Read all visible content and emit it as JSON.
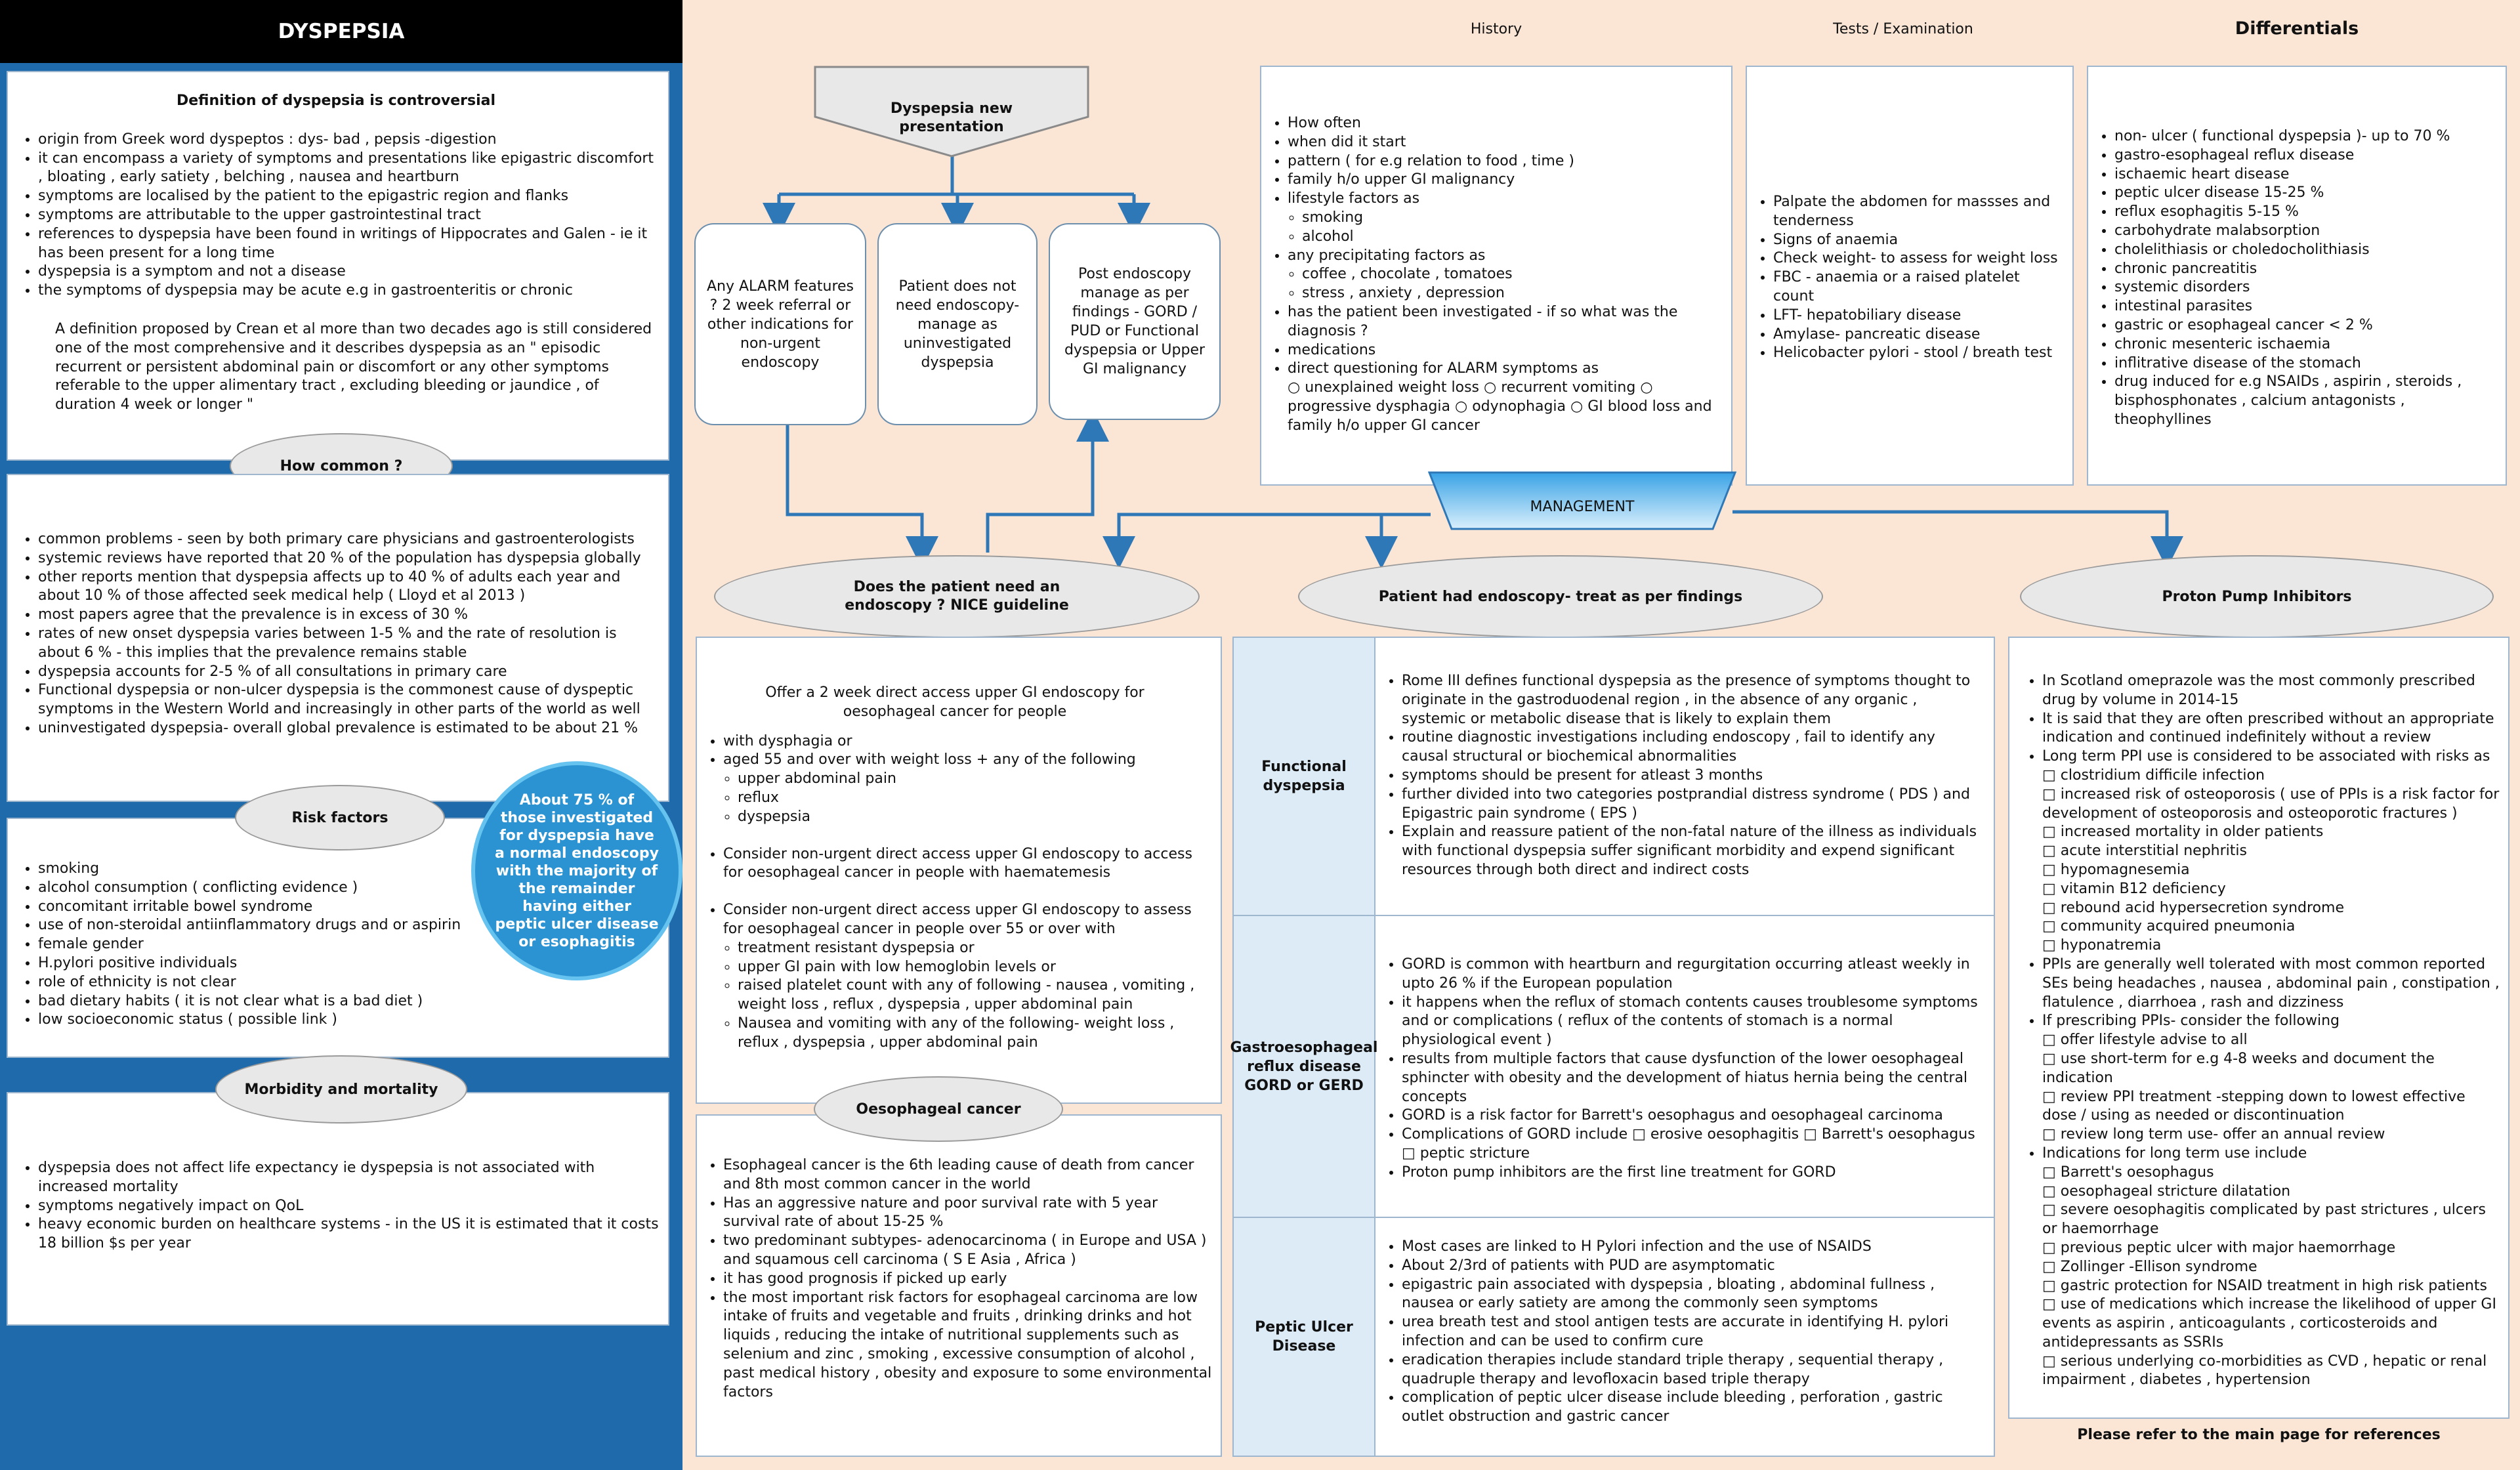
{
  "title": "DYSPEPSIA",
  "definition": {
    "heading": "Definition of dyspepsia is controversial",
    "bullets": [
      "origin from Greek word dyspeptos : dys- bad , pepsis -digestion",
      "it can encompass a variety of symptoms and presentations like epigastric discomfort , bloating , early satiety , belching , nausea and heartburn",
      "symptoms are localised by the patient to the epigastric region and flanks",
      "symptoms are attributable to the upper gastrointestinal tract",
      "references to dyspepsia have  been found in writings of Hippocrates and Galen - ie it has been present for a long time",
      "dyspepsia is a symptom and not a disease",
      "the symptoms of dyspepsia may be acute e.g in gastroenteritis or chronic"
    ],
    "paragraph": "A definition proposed by Crean et al more than two decades ago is still considered one of the most comprehensive and it describes dyspepsia as an \" episodic recurrent or persistent abdominal pain or discomfort or any other symptoms referable to the upper alimentary tract , excluding bleeding or jaundice , of duration 4 week or longer \""
  },
  "how_common": {
    "heading": "How common ?",
    "bullets": [
      "common problems - seen by both primary care physicians and gastroenterologists",
      "systemic reviews have reported that 20 % of the population has dyspepsia globally",
      "other reports mention that dyspepsia affects up to 40 % of adults each year and about 10 % of those affected seek medical help ( Lloyd et al 2013 )",
      "most papers agree that the prevalence is in excess of 30 %",
      "rates of new onset dyspepsia varies between 1-5 % and  the rate of resolution is about 6 % - this implies that the prevalence remains stable",
      "dyspepsia accounts for 2-5 % of all consultations in primary care",
      "Functional dyspepsia or non-ulcer dyspepsia is the commonest cause of dyspeptic symptoms in the Western World and increasingly in other parts of the world as well",
      "uninvestigated dyspepsia- overall global prevalence is estimated to be about 21 %"
    ]
  },
  "risk_factors": {
    "heading": "Risk factors",
    "bullets": [
      "smoking",
      "alcohol consumption ( conflicting evidence )",
      "concomitant irritable bowel syndrome",
      "use of non-steroidal antiinflammatory drugs and or aspirin",
      "female gender",
      "H.pylori positive individuals",
      "role of ethnicity is not clear",
      "bad dietary habits ( it is not clear what is a bad diet )",
      "low socioeconomic status ( possible link )"
    ]
  },
  "circle_note": "About 75 % of those investigated for dyspepsia have a normal endoscopy with the majority of the remainder having either peptic ulcer disease or esophagitis",
  "morbidity": {
    "heading": "Morbidity and mortality",
    "bullets": [
      "dyspepsia does not affect life expectancy ie dyspepsia is not associated with increased mortality",
      "symptoms negatively impact on QoL",
      "heavy  economic burden on healthcare systems - in the US it is estimated that it costs 18  billion $s per year"
    ]
  },
  "flow": {
    "start": "Dyspepsia new presentation",
    "box1": "Any ALARM features ? 2 week referral or other indications for non-urgent endoscopy",
    "box2": "Patient does not need endoscopy- manage as uninvestigated dyspepsia",
    "box3": "Post endoscopy manage as per findings - GORD / PUD or Functional dyspepsia or Upper GI malignancy",
    "management": "MANAGEMENT"
  },
  "history": {
    "heading": "History",
    "items": [
      "How often",
      "when did it start",
      "pattern ( for e.g relation to food , time )",
      "family h/o upper GI malignancy",
      "lifestyle factors as"
    ],
    "lifestyle": [
      "smoking",
      "alcohol"
    ],
    "precip_label": "any precipitating factors as",
    "precip": [
      "coffee , chocolate , tomatoes",
      "stress , anxiety , depression"
    ],
    "items2": [
      "has the patient been investigated - if so what was the diagnosis ?",
      "medications"
    ],
    "alarm": "direct questioning for ALARM symptoms as",
    "alarm_detail": "○ unexplained weight loss ○ recurrent vomiting ○ progressive dysphagia ○ odynophagia ○ GI blood loss and family h/o upper GI cancer"
  },
  "tests": {
    "heading": "Tests / Examination",
    "items": [
      "Palpate the abdomen for massses and tenderness",
      "Signs of anaemia",
      "Check weight- to assess for weight loss",
      "FBC - anaemia or a raised platelet count",
      "LFT- hepatobiliary disease",
      "Amylase- pancreatic disease",
      "Helicobacter pylori - stool / breath test"
    ]
  },
  "differentials": {
    "heading": "Differentials",
    "items": [
      "non- ulcer ( functional dyspepsia )- up to 70 %",
      "gastro-esophageal reflux disease",
      "ischaemic heart disease",
      "peptic ulcer disease 15-25 %",
      "reflux esophagitis 5-15 %",
      "carbohydrate malabsorption",
      "cholelithiasis or choledocholithiasis",
      "chronic pancreatitis",
      "systemic disorders",
      "intestinal parasites",
      "gastric or esophageal cancer < 2 %",
      "chronic mesenteric ischaemia",
      "inflitrative disease of the stomach",
      "drug induced for e.g NSAIDs , aspirin , steroids , bisphosphonates , calcium antagonists , theophyllines"
    ]
  },
  "endoscopy": {
    "heading": "Does the patient need an  endoscopy ? NICE guideline",
    "intro": "Offer a 2 week direct access upper GI endoscopy for oesophageal cancer for people",
    "b1": [
      "with dysphagia or",
      "aged 55 and over with weight loss + any of the following"
    ],
    "b1_sub": [
      "upper abdominal pain",
      "reflux",
      "dyspepsia"
    ],
    "b2": "Consider non-urgent direct access upper GI endoscopy to access for oesophageal cancer in people with haematemesis",
    "b3": "Consider non-urgent direct access upper GI endoscopy to assess for oesophageal cancer in people over 55 or over with",
    "b3_sub": [
      "treatment resistant dyspepsia or",
      "upper GI  pain with low hemoglobin levels or",
      "raised platelet count  with any of following - nausea , vomiting , weight loss , reflux , dyspepsia , upper abdominal pain",
      "Nausea and vomiting with any of the following- weight loss , reflux , dyspepsia , upper abdominal pain"
    ]
  },
  "oesophageal": {
    "heading": "Oesophageal cancer",
    "bullets": [
      "Esophageal cancer is the 6th  leading cause of death from cancer and 8th most common cancer in the world",
      "Has an aggressive nature and poor survival rate with 5 year survival rate of about 15-25 %",
      "two predominant subtypes- adenocarcinoma ( in Europe and USA ) and squamous cell carcinoma ( S E Asia , Africa )",
      "it has good prognosis if picked up early",
      "the most important risk factors for esophageal carcinoma are low intake of fruits and vegetable and fruits , drinking drinks and hot liquids , reducing the intake of nutritional supplements such as selenium and zinc , smoking , excessive consumption of alcohol , past medical history , obesity and exposure to some environmental factors"
    ]
  },
  "treat": {
    "heading": "Patient had endoscopy- treat as per findings",
    "fd_label": "Functional dyspepsia",
    "fd": [
      "Rome III defines functional dyspepsia as the presence of symptoms thought to originate in the gastroduodenal region , in the absence of any organic , systemic or metabolic disease that is likely to explain them",
      "routine diagnostic investigations including endoscopy , fail to identify any causal structural or biochemical abnormalities",
      "symptoms should be present for atleast 3 months",
      "further divided into two categories postprandial distress syndrome ( PDS ) and Epigastric pain syndrome ( EPS )",
      "Explain and reassure patient of the  non-fatal nature of the  illness  as individuals with functional dyspepsia suffer significant morbidity and expend significant resources through both direct and indirect costs"
    ],
    "gord_label": "Gastroesophageal reflux disease GORD or GERD",
    "gord": [
      "GORD is common with heartburn and regurgitation occurring atleast weekly in upto 26 % if the European population",
      "it happens when the reflux of stomach contents causes troublesome symptoms and or complications ( reflux of the contents of stomach is a normal physiological event )",
      "results from multiple factors that cause dysfunction of the lower oesophageal sphincter with obesity and the development of hiatus hernia being the central concepts",
      "GORD is a risk factor for Barrett's oesophagus and oesophageal carcinoma",
      "Complications of GORD include □ erosive oesophagitis □ Barrett's oesophagus □ peptic stricture",
      "Proton pump inhibitors are the first line treatment for GORD"
    ],
    "pud_label": "Peptic Ulcer Disease",
    "pud": [
      "Most cases are linked to H Pylori infection and the use of NSAIDS",
      "About 2/3rd of patients with PUD are asymptomatic",
      "epigastric pain associated with dyspepsia , bloating , abdominal fullness , nausea or early satiety are among the commonly seen symptoms",
      "urea breath test and stool antigen tests are accurate in identifying H. pylori infection and can be used to confirm cure",
      "eradication therapies include standard triple therapy , sequential therapy , quadruple therapy and levofloxacin based triple therapy",
      "complication of peptic ulcer disease include bleeding , perforation , gastric outlet obstruction and gastric cancer"
    ]
  },
  "ppi": {
    "heading": "Proton Pump Inhibitors",
    "b1": "In Scotland omeprazole was the most commonly prescribed drug by volume in 2014-15",
    "b2": "It is said that they are often prescribed without an appropriate indication and continued indefinitely without a review",
    "b3": "Long term PPI use is considered to be associated with risks as",
    "b3_sub": [
      "clostridium difficile infection",
      "increased risk of osteoporosis ( use of PPIs is a risk factor for development of osteoporosis and osteoporotic fractures )",
      "increased mortality in older patients",
      "acute interstitial nephritis",
      "hypomagnesemia",
      "vitamin B12 deficiency",
      "rebound acid hypersecretion syndrome",
      "community acquired pneumonia",
      "hyponatremia"
    ],
    "b4": "PPIs are generally well tolerated with most common reported SEs being headaches , nausea , abdominal pain , constipation , flatulence , diarrhoea , rash and dizziness",
    "b5": "If prescribing PPIs- consider the following",
    "b5_sub": [
      "offer lifestyle advise to all",
      "use short-term for e.g 4-8 weeks and document the indication",
      " review PPI treatment -stepping down to lowest effective dose / using as needed or discontinuation",
      "review long term use- offer an annual review"
    ],
    "b6": "Indications for long term use include",
    "b6_sub": [
      "Barrett's oesophagus",
      "oesophageal stricture dilatation",
      "severe oesophagitis complicated by past strictures , ulcers or haemorrhage",
      "previous peptic ulcer with major haemorrhage",
      "Zollinger -Ellison syndrome",
      "gastric protection for NSAID treatment in high risk patients",
      "use of medications which increase the likelihood of upper GI events as aspirin , anticoagulants , corticosteroids and antidepressants as SSRIs",
      "serious underlying co-morbidities as CVD , hepatic or renal impairment , diabetes , hypertension"
    ],
    "footer": "Please refer to the main page for references"
  },
  "colors": {
    "left_blue": "#1e6aab",
    "background": "#fbe6d6",
    "arrow": "#2f78b8"
  }
}
